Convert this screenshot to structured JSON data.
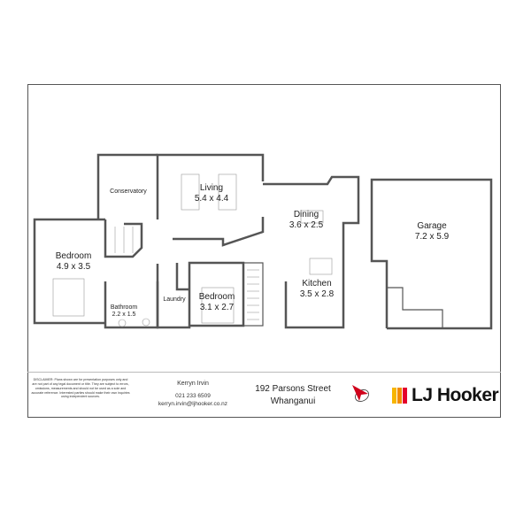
{
  "rooms": [
    {
      "name": "Conservatory",
      "size": ""
    },
    {
      "name": "Living",
      "size": "5.4 x 4.4"
    },
    {
      "name": "Dining",
      "size": "3.6 x 2.5"
    },
    {
      "name": "Garage",
      "size": "7.2 x 5.9"
    },
    {
      "name": "Bedroom",
      "size": "4.9 x 3.5"
    },
    {
      "name": "Bathroom",
      "size": "2.2 x 1.5"
    },
    {
      "name": "Laundry",
      "size": ""
    },
    {
      "name": "Bedroom",
      "size": "3.1 x 2.7"
    },
    {
      "name": "Kitchen",
      "size": "3.5 x 2.8"
    }
  ],
  "footer": {
    "disclaimer": "DISCLAIMER: Plans shown are for presentation purposes only and are not part of any legal document or title. They are subject to errors, omissions, measurements and should not be used as a sole and accurate reference. Interested parties should make their own inquiries using independent sources.",
    "agent_name": "Kerryn Irvin",
    "agent_phone": "021 233 6509",
    "agent_email": "kerryn.irvin@ljhooker.co.nz",
    "address_line1": "192 Parsons Street",
    "address_line2": "Whanganui",
    "brand": "LJ Hooker",
    "brand_colors": [
      "#f7b500",
      "#f28c00",
      "#e4002b"
    ],
    "compass_color": "#d0021b"
  }
}
